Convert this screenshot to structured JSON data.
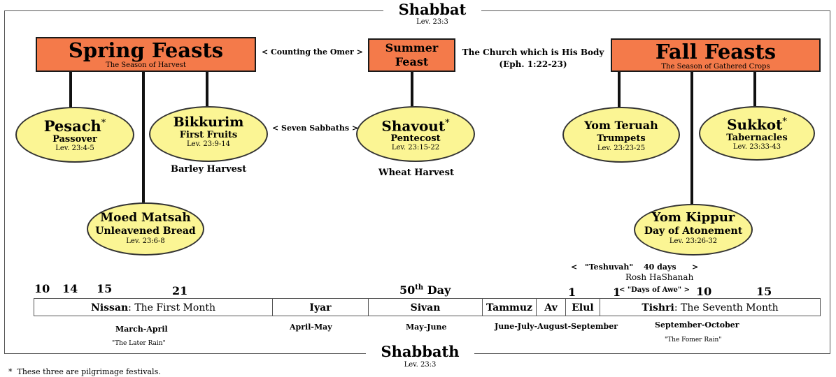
{
  "top": {
    "title": "Shabbat",
    "ref": "Lev. 23:3"
  },
  "bottom": {
    "title": "Shabbath",
    "ref": "Lev. 23:3"
  },
  "spring": {
    "title": "Spring Feasts",
    "subtitle": "The Season of Harvest"
  },
  "summer": {
    "line1": "Summer",
    "line2": "Feast"
  },
  "fall": {
    "title": "Fall Feasts",
    "subtitle": "The Season of Gathered Crops"
  },
  "counting_omer": "< Counting the Omer >",
  "seven_sabbaths": "< Seven Sabbaths >",
  "church": {
    "line1": "The Church which is His Body",
    "line2": "(Eph. 1:22-23)"
  },
  "feasts": {
    "pesach": {
      "name": "Pesach",
      "star": "*",
      "english": "Passover",
      "ref": "Lev. 23:4-5"
    },
    "bikkurim": {
      "name": "Bikkurim",
      "english": "First Fruits",
      "ref": "Lev. 23:9-14"
    },
    "matsah": {
      "name": "Moed Matsah",
      "english": "Unleavened Bread",
      "ref": "Lev. 23:6-8"
    },
    "shavout": {
      "name": "Shavout",
      "star": "*",
      "english": "Pentecost",
      "ref": "Lev. 23:15-22"
    },
    "teruah": {
      "name": "Yom Teruah",
      "english": "Trumpets",
      "ref": "Lev. 23:23-25"
    },
    "sukkot": {
      "name": "Sukkot",
      "star": "*",
      "english": "Tabernacles",
      "ref": "Lev. 23:33-43"
    },
    "kippur": {
      "name": "Yom Kippur",
      "english": "Day of Atonement",
      "ref": "Lev. 23:26-32"
    }
  },
  "harvest": {
    "barley": "Barley Harvest",
    "wheat": "Wheat Harvest"
  },
  "teshuvah": {
    "open": "<",
    "name": "\"Teshuvah\"",
    "days": "40 days",
    "close": ">"
  },
  "rosh": "Rosh HaShanah",
  "days_awe": "< \"Days of Awe\" >",
  "day_numbers": {
    "d10": "10",
    "d14": "14",
    "d15": "15",
    "d21": "21",
    "fiftieth_num": "50",
    "fiftieth_sup": "th",
    "fiftieth_word": "Day",
    "elul1": "1",
    "tishri1": "1",
    "tishri10": "10",
    "tishri15": "15"
  },
  "months": [
    {
      "name": "Nissan",
      "suffix": ": The First Month"
    },
    {
      "name": "Iyar",
      "suffix": ""
    },
    {
      "name": "Sivan",
      "suffix": ""
    },
    {
      "name": "Tammuz",
      "suffix": ""
    },
    {
      "name": "Av",
      "suffix": ""
    },
    {
      "name": "Elul",
      "suffix": ""
    },
    {
      "name": "Tishri",
      "suffix": ": The Seventh Month"
    }
  ],
  "seasons": {
    "march_april": "March-April",
    "later_rain": "\"The Later Rain\"",
    "april_may": "April-May",
    "may_june": "May-June",
    "june_sept": "June-July-August-September",
    "sept_oct": "September-October",
    "former_rain": "\"The Fomer Rain\""
  },
  "footnote": "*  These three are pilgrimage festivals."
}
